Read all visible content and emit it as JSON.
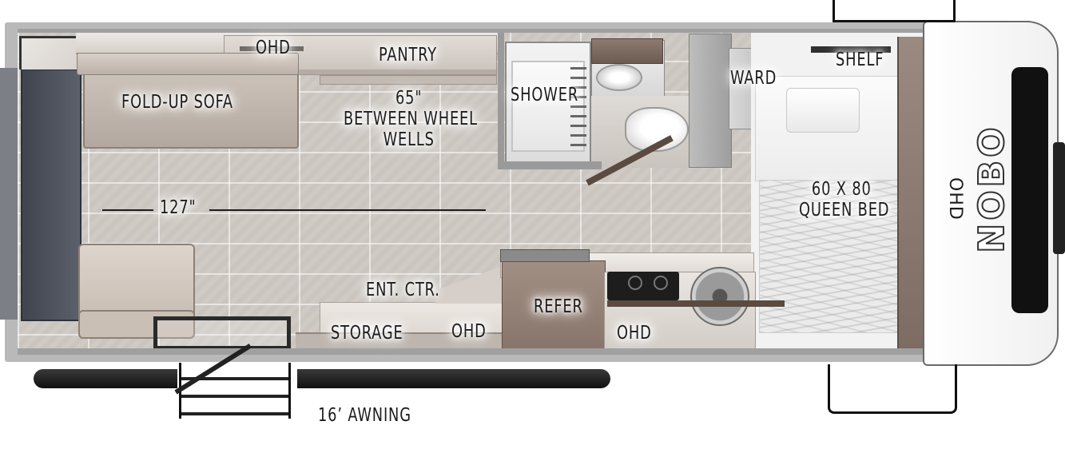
{
  "labels": {
    "ohd_top": "OHD",
    "pantry": "PANTRY",
    "fold_up_sofa": "FOLD-UP SOFA",
    "wheel_wells": [
      "65\"",
      "BETWEEN WHEEL",
      "WELLS"
    ],
    "shower": "SHOWER",
    "ward": "WARD",
    "shelf": "SHELF",
    "length": "127\"",
    "queen_bed": [
      "60 X 80",
      "QUEEN BED"
    ],
    "ohd_front": "OHD",
    "ent_ctr": "ENT. CTR.",
    "refer": "REFER",
    "storage": "STORAGE",
    "ohd_storage": "OHD",
    "ohd_kitchen": "OHD",
    "awning": "16’ AWNING"
  },
  "brand": "NOBO",
  "colors": {
    "floor": "#cfcac4",
    "wall": "#8f8f8f",
    "dark_wall": "#4a4f58",
    "cabinet": "#8e7b70",
    "exterior": "#ffffff"
  }
}
